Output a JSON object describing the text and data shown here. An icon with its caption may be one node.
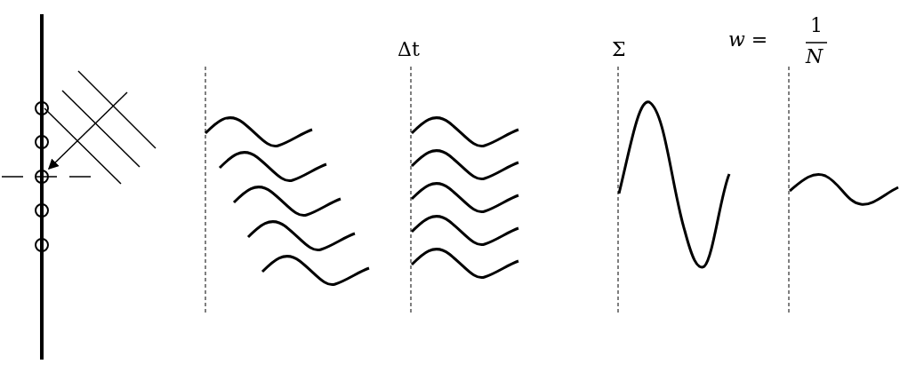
{
  "diagram": {
    "labels": [
      "Δt",
      "Σ",
      "w =",
      "1",
      "N"
    ]
  }
}
